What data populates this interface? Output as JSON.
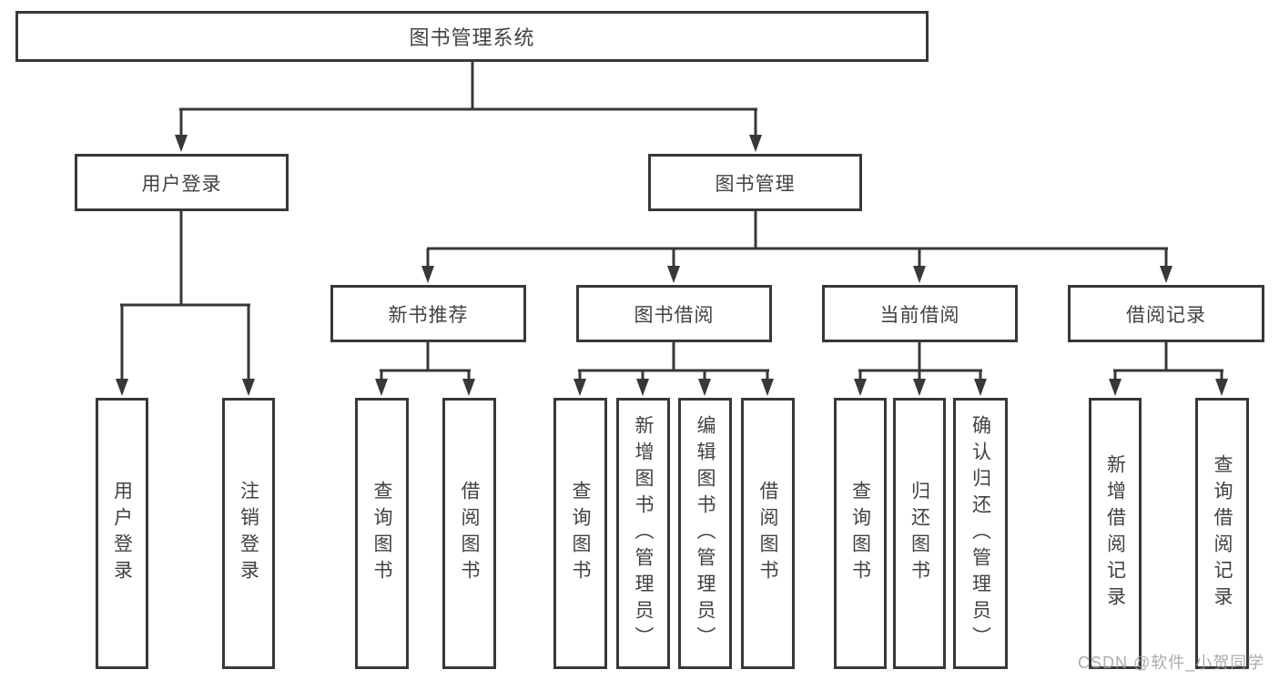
{
  "diagram": {
    "root": {
      "label": "图书管理系统"
    },
    "level2": [
      {
        "label": "用户登录",
        "children": [
          "用户登录",
          "注销登录"
        ]
      },
      {
        "label": "图书管理"
      }
    ],
    "level3": [
      {
        "label": "新书推荐",
        "children": [
          "查询图书",
          "借阅图书"
        ]
      },
      {
        "label": "图书借阅",
        "children": [
          "查询图书",
          "新增图书（管理员）",
          "编辑图书（管理员）",
          "借阅图书"
        ]
      },
      {
        "label": "当前借阅",
        "children": [
          "查询图书",
          "归还图书",
          "确认归还（管理员）"
        ]
      },
      {
        "label": "借阅记录",
        "children": [
          "新增借阅记录",
          "查询借阅记录"
        ]
      }
    ],
    "watermark": "CSDN @软件_小贺同学",
    "colors": {
      "line": "#383838",
      "text": "#424242",
      "watermark": "#9e9e9e",
      "background": "#ffffff"
    }
  }
}
